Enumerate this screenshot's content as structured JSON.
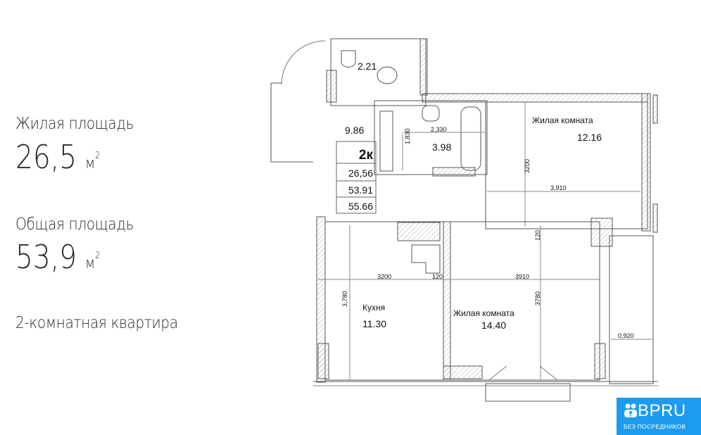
{
  "summary": {
    "living_area_label": "Жилая площадь",
    "living_area_value": "26,5",
    "total_area_label": "Общая площадь",
    "total_area_value": "53,9",
    "unit": "м",
    "unit_sup": "2",
    "apartment_type": "2-комнатная квартира"
  },
  "plan": {
    "hall_area": "9.86",
    "badge": {
      "rooms": "2к",
      "living": "26,56",
      "total": "53.91",
      "total_with_balcony": "55.66"
    },
    "wc_area": "2.21",
    "bath": {
      "area": "3.98",
      "dim_h": "1,830",
      "dim_w": "2,330"
    },
    "bedroom1": {
      "name": "Жилая комната",
      "area": "12.16",
      "dim_h": "3200",
      "dim_w": "3,910"
    },
    "kitchen": {
      "name": "Кухня",
      "area": "11.30",
      "dim_w": "3200",
      "dim_h": "3,780"
    },
    "bedroom2": {
      "name": "Жилая комната",
      "area": "14.40",
      "dim_w": "3910",
      "dim_h": "3780"
    },
    "wall_thickness_1": "120",
    "wall_thickness_2": "120",
    "balcony_width": "0,920"
  },
  "logo": {
    "brand": "BPRU",
    "tagline": "БЕЗ ПОСРЕДНИКОВ",
    "color": "#1d9bf0"
  }
}
